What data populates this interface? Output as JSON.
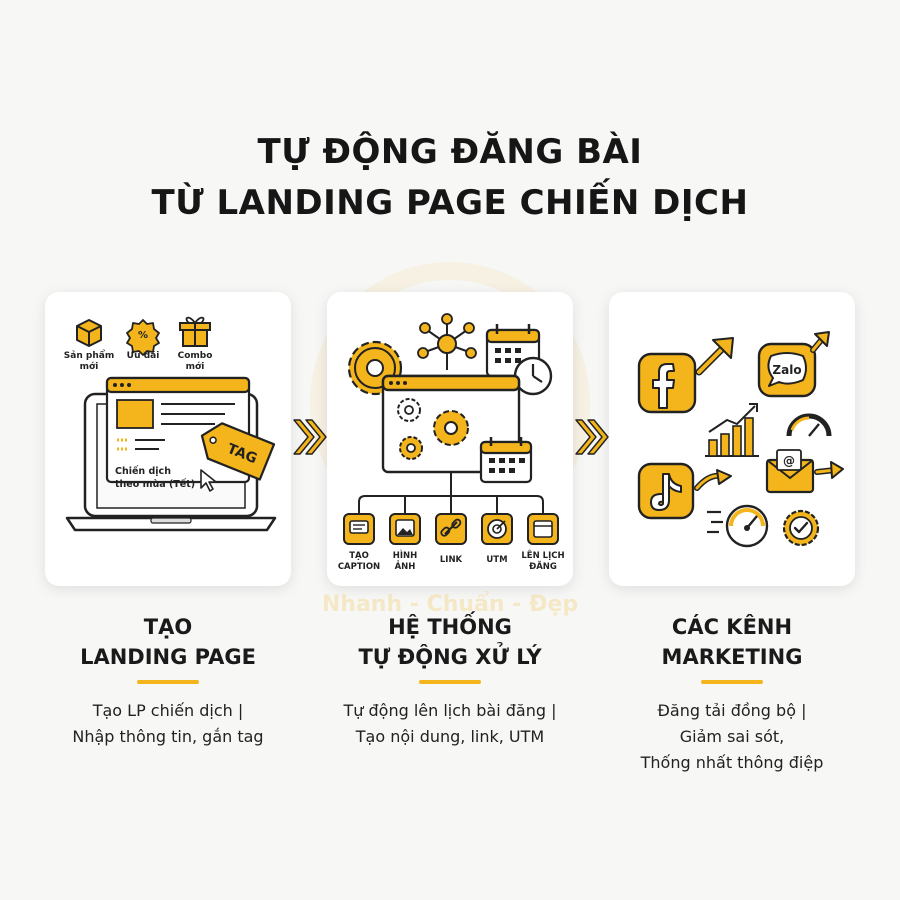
{
  "title": {
    "line1": "TỰ ĐỘNG ĐĂNG BÀI",
    "line2": "TỪ LANDING PAGE CHIẾN DỊCH"
  },
  "colors": {
    "accent": "#F3B51B",
    "ink": "#1B1B1B",
    "background": "#F7F7F6"
  },
  "card1": {
    "icons": [
      {
        "icon": "box-icon",
        "label_line1": "Sản phẩm",
        "label_line2": "mới"
      },
      {
        "icon": "discount-badge-icon",
        "label_line1": "Ưu đãi",
        "label_line2": ""
      },
      {
        "icon": "gift-icon",
        "label_line1": "Combo",
        "label_line2": "mới"
      }
    ],
    "campaign_line1": "Chiến dịch",
    "campaign_line2": "theo mùa (Tết)",
    "tag_text": "TAG"
  },
  "card2": {
    "features": [
      {
        "icon": "caption-icon",
        "line1": "TẠO",
        "line2": "CAPTION"
      },
      {
        "icon": "image-icon",
        "line1": "HÌNH",
        "line2": "ẢNH"
      },
      {
        "icon": "link-icon",
        "line1": "LINK",
        "line2": ""
      },
      {
        "icon": "target-icon",
        "line1": "UTM",
        "line2": ""
      },
      {
        "icon": "calendar-icon",
        "line1": "LÊN LỊCH",
        "line2": "ĐĂNG"
      }
    ]
  },
  "card3": {
    "zalo_text": "Zalo"
  },
  "columns": [
    {
      "title_line1": "TẠO",
      "title_line2": "LANDING PAGE",
      "desc_line1": "Tạo LP chiến dịch |",
      "desc_line2": "Nhập thông tin, gắn tag",
      "desc_line3": ""
    },
    {
      "title_line1": "HỆ THỐNG",
      "title_line2": "TỰ ĐỘNG XỬ LÝ",
      "desc_line1": "Tự động lên lịch bài đăng |",
      "desc_line2": "Tạo nội dung, link, UTM",
      "desc_line3": ""
    },
    {
      "title_line1": "CÁC KÊNH",
      "title_line2": "MARKETING",
      "desc_line1": "Đăng tải đồng bộ |",
      "desc_line2": "Giảm sai sót,",
      "desc_line3": "Thống nhất thông điệp"
    }
  ],
  "watermark": "Nhanh - Chuẩn - Đẹp"
}
